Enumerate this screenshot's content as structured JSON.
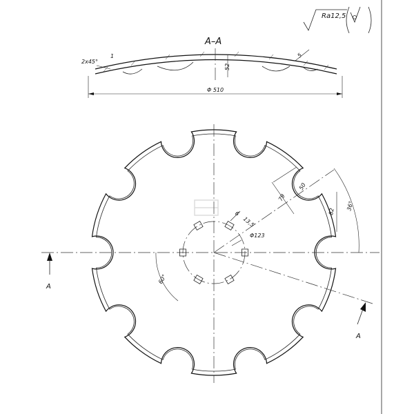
{
  "roughness": {
    "symbol_label": "Ra12,5"
  },
  "section": {
    "title": "A–A",
    "chamfer": "2x45°",
    "depth": "52",
    "thickness": "5",
    "diameter": "Φ 510",
    "edge_dim": "1"
  },
  "plan": {
    "notch_width": "50",
    "notch_depth": "79",
    "notch_chord": "82",
    "notch_angle": "36°",
    "square_hole": "6",
    "hole_size": "13,5",
    "bolt_circle": "Φ123",
    "hole_angle": "60°",
    "cut_label_left": "A",
    "cut_label_right": "A"
  }
}
